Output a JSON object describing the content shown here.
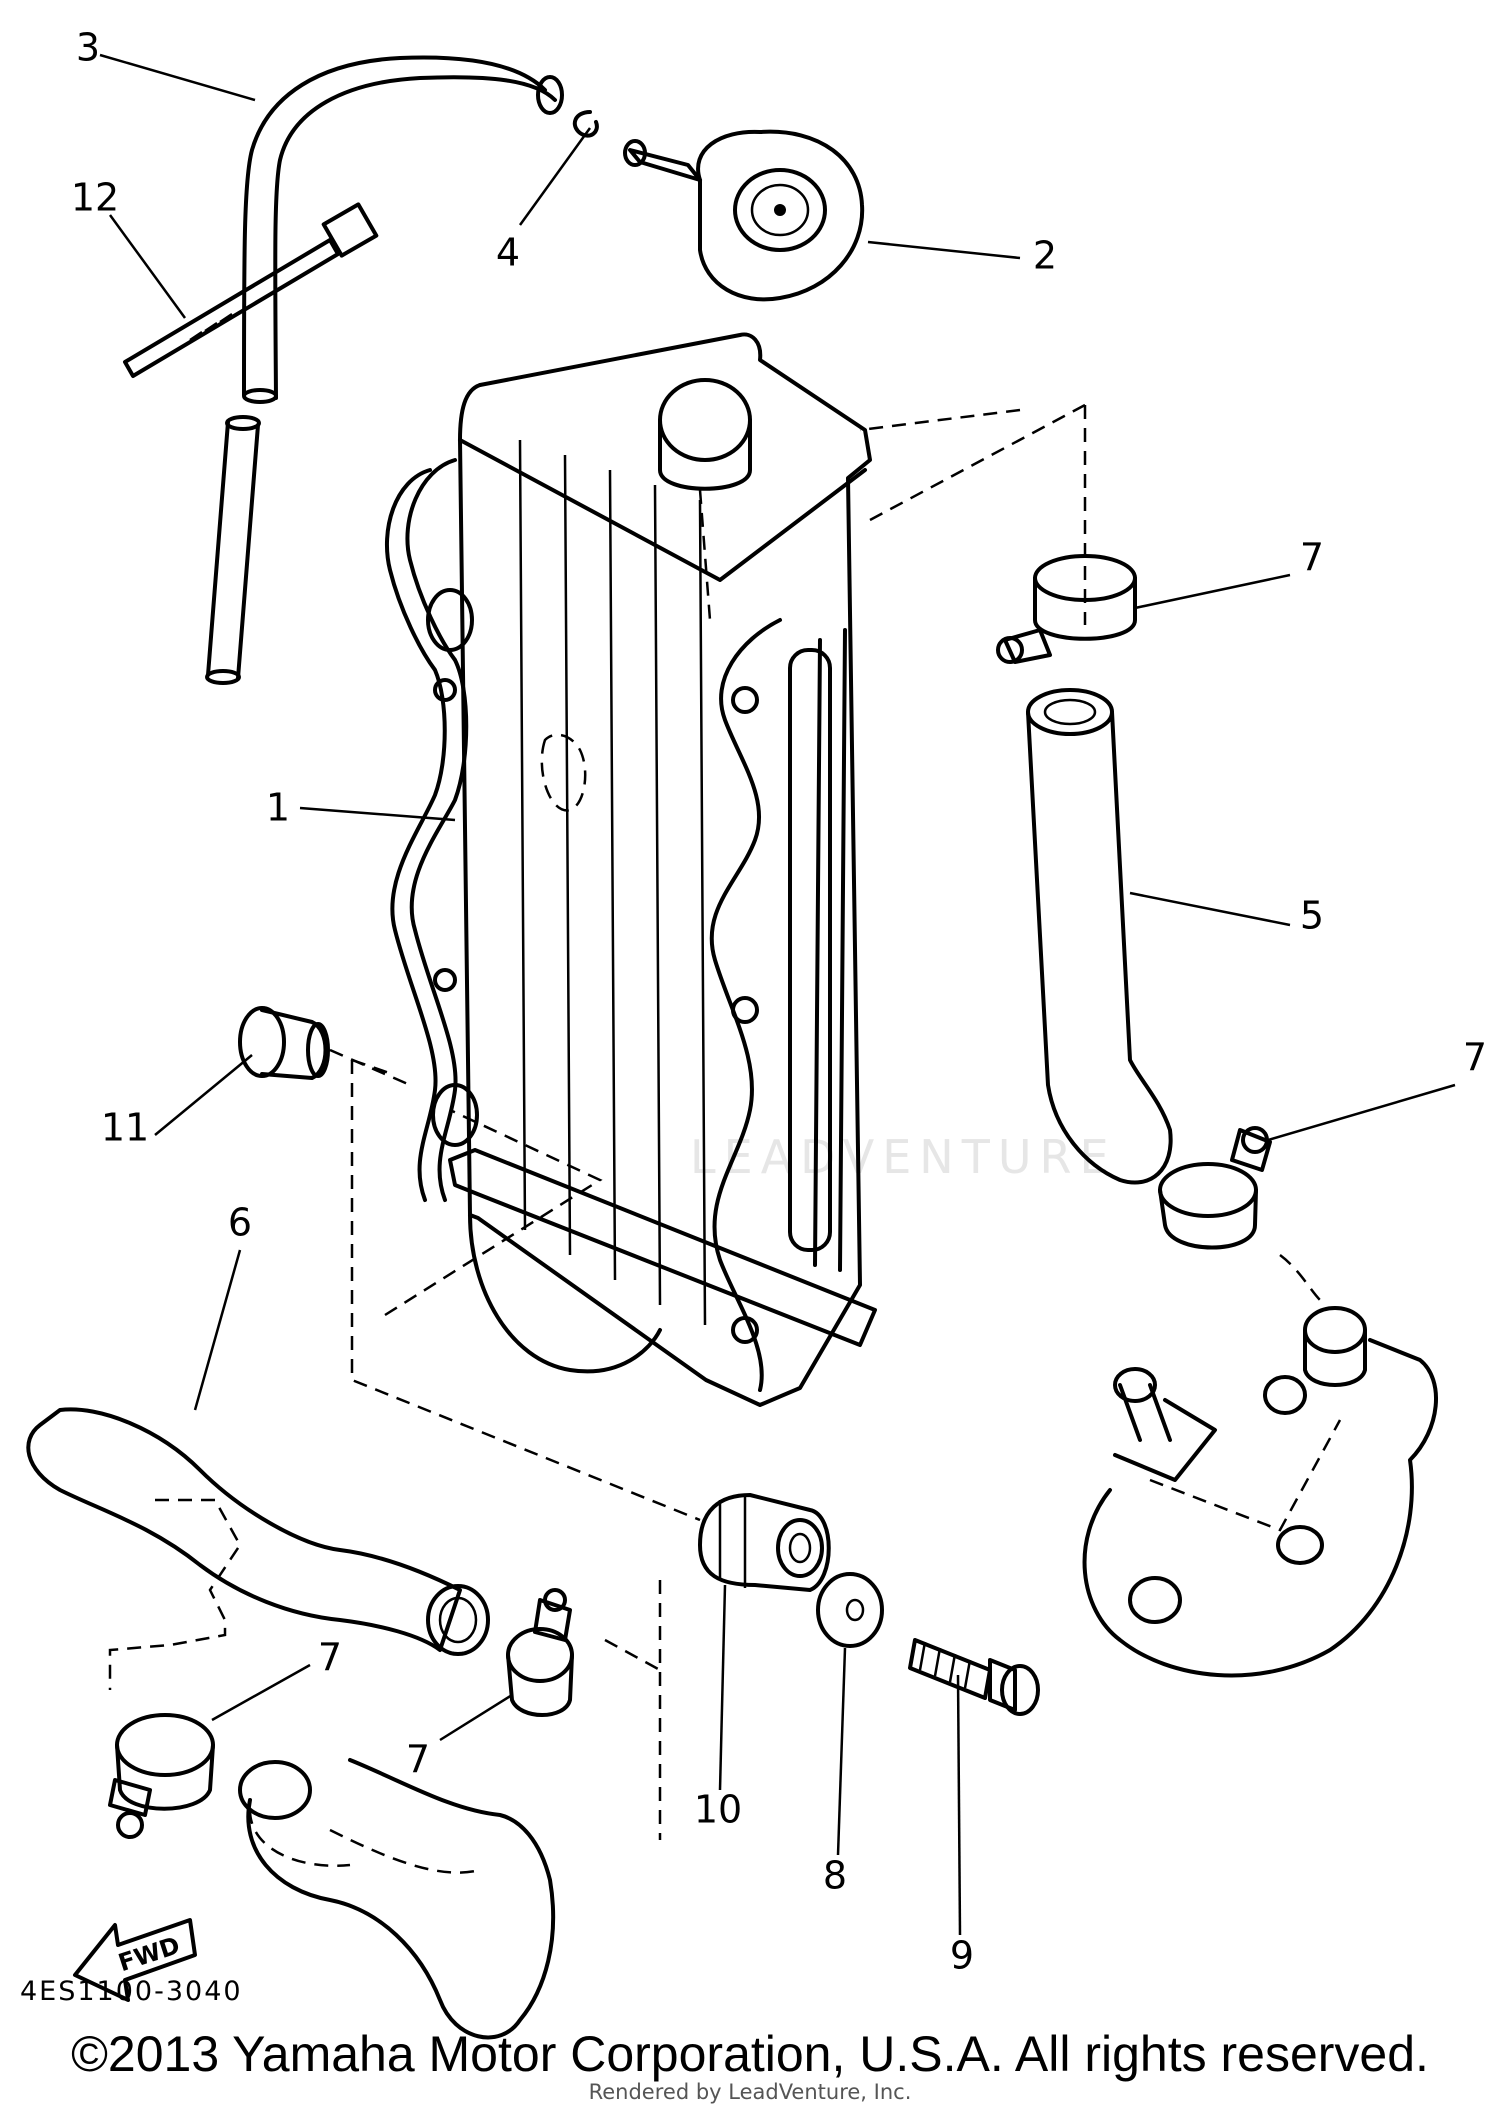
{
  "diagram": {
    "callouts": [
      {
        "id": "callout-1",
        "label": "1"
      },
      {
        "id": "callout-2",
        "label": "2"
      },
      {
        "id": "callout-3",
        "label": "3"
      },
      {
        "id": "callout-4",
        "label": "4"
      },
      {
        "id": "callout-5",
        "label": "5"
      },
      {
        "id": "callout-6",
        "label": "6"
      },
      {
        "id": "callout-7a",
        "label": "7"
      },
      {
        "id": "callout-7b",
        "label": "7"
      },
      {
        "id": "callout-7c",
        "label": "7"
      },
      {
        "id": "callout-7d",
        "label": "7"
      },
      {
        "id": "callout-8",
        "label": "8"
      },
      {
        "id": "callout-9",
        "label": "9"
      },
      {
        "id": "callout-10",
        "label": "10"
      },
      {
        "id": "callout-11",
        "label": "11"
      },
      {
        "id": "callout-12",
        "label": "12"
      }
    ],
    "fwd_label": "FWD",
    "diagram_code": "4ES1100-3040",
    "watermark": "LEADVENTURE"
  },
  "footer": {
    "copyright": "©2013 Yamaha Motor Corporation, U.S.A. All rights reserved.",
    "rendered_by": "Rendered by LeadVenture, Inc."
  }
}
